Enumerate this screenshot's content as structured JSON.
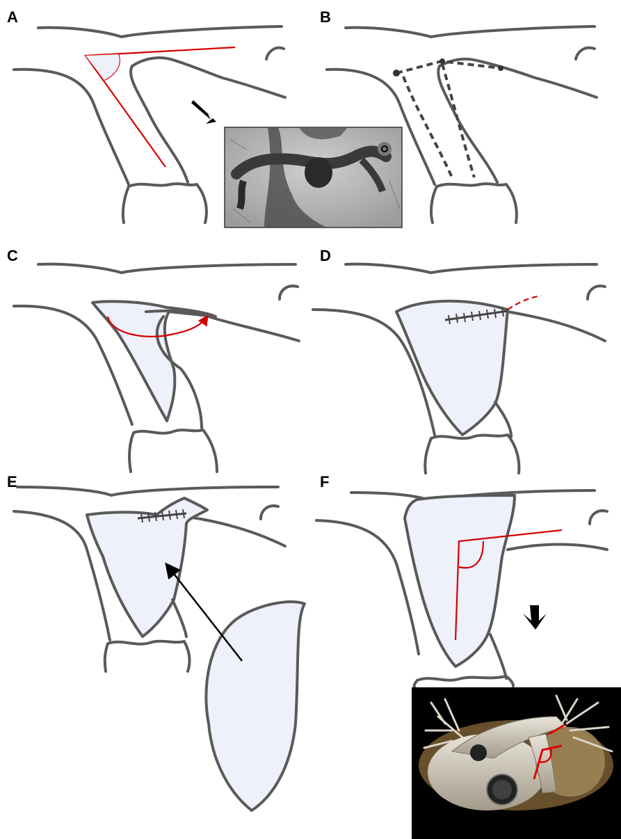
{
  "panels": [
    {
      "id": "A",
      "label": "A"
    },
    {
      "id": "B",
      "label": "B"
    },
    {
      "id": "C",
      "label": "C"
    },
    {
      "id": "D",
      "label": "D"
    },
    {
      "id": "E",
      "label": "E"
    },
    {
      "id": "F",
      "label": "F"
    }
  ],
  "colors": {
    "outline": "#5a5a5a",
    "patch_fill": "#eef0fa",
    "annotation_red": "#d40000",
    "arrow_black": "#000000"
  },
  "insets": [
    {
      "panel": "A",
      "kind": "angiogram-grayscale"
    },
    {
      "panel": "F",
      "kind": "ct-3d-volume-render"
    }
  ]
}
